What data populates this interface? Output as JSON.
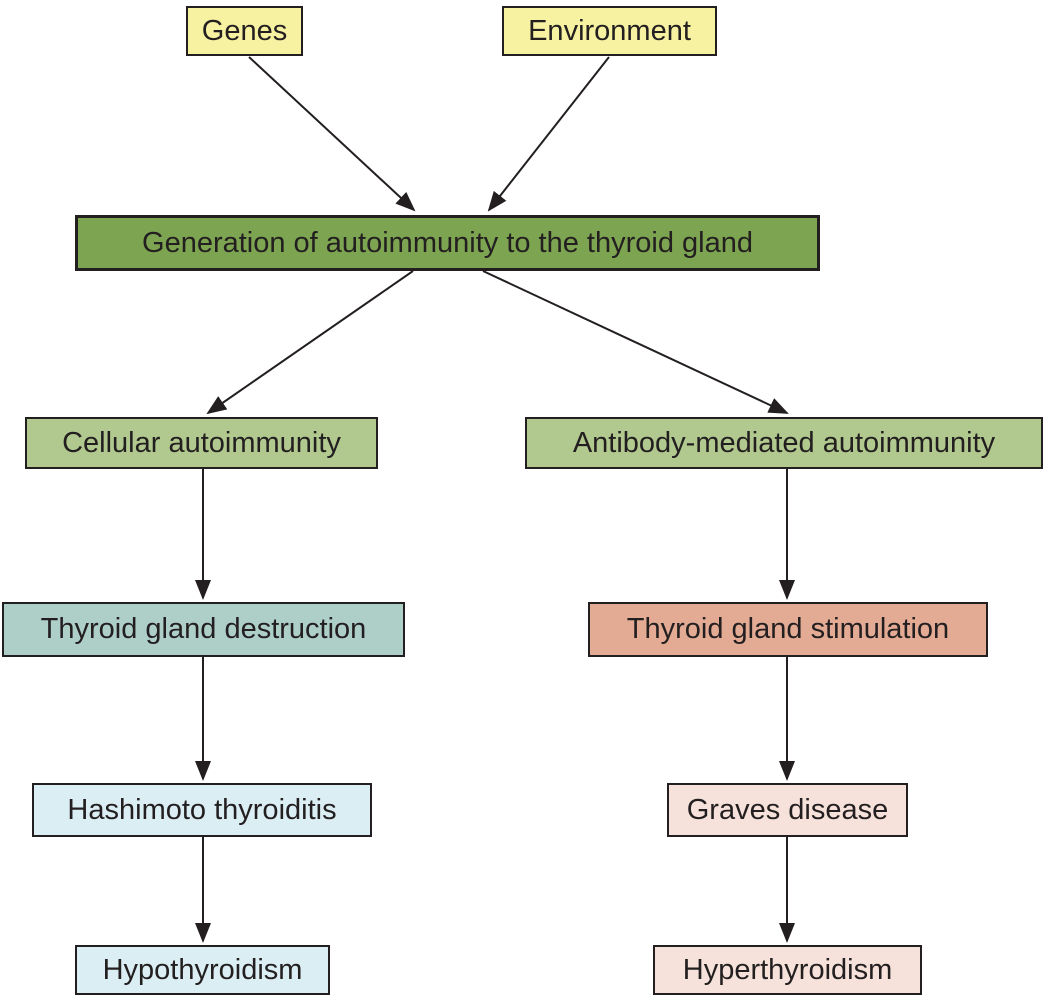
{
  "diagram": {
    "nodes": {
      "genes": {
        "label": "Genes",
        "bg": "#f6f2a2"
      },
      "environment": {
        "label": "Environment",
        "bg": "#f6f2a2"
      },
      "generation": {
        "label": "Generation of autoimmunity to the thyroid gland",
        "bg": "#7da451"
      },
      "cellular": {
        "label": "Cellular autoimmunity",
        "bg": "#b1c98e"
      },
      "antibody": {
        "label": "Antibody-mediated autoimmunity",
        "bg": "#b1c98e"
      },
      "destruction": {
        "label": "Thyroid gland destruction",
        "bg": "#adcfc8"
      },
      "stimulation": {
        "label": "Thyroid gland stimulation",
        "bg": "#e3ab94"
      },
      "hashimoto": {
        "label": "Hashimoto thyroiditis",
        "bg": "#dbeef3"
      },
      "graves": {
        "label": "Graves disease",
        "bg": "#f6e2da"
      },
      "hypothyroidism": {
        "label": "Hypothyroidism",
        "bg": "#dbeef3"
      },
      "hyperthyroidism": {
        "label": "Hyperthyroidism",
        "bg": "#f6e2da"
      }
    },
    "edges": [
      {
        "from": "genes",
        "to": "generation"
      },
      {
        "from": "environment",
        "to": "generation"
      },
      {
        "from": "generation",
        "to": "cellular"
      },
      {
        "from": "generation",
        "to": "antibody"
      },
      {
        "from": "cellular",
        "to": "destruction"
      },
      {
        "from": "destruction",
        "to": "hashimoto"
      },
      {
        "from": "hashimoto",
        "to": "hypothyroidism"
      },
      {
        "from": "antibody",
        "to": "stimulation"
      },
      {
        "from": "stimulation",
        "to": "graves"
      },
      {
        "from": "graves",
        "to": "hyperthyroidism"
      }
    ],
    "colors": {
      "outline": "#231f20",
      "arrow": "#231f20",
      "background": "#ffffff"
    }
  }
}
